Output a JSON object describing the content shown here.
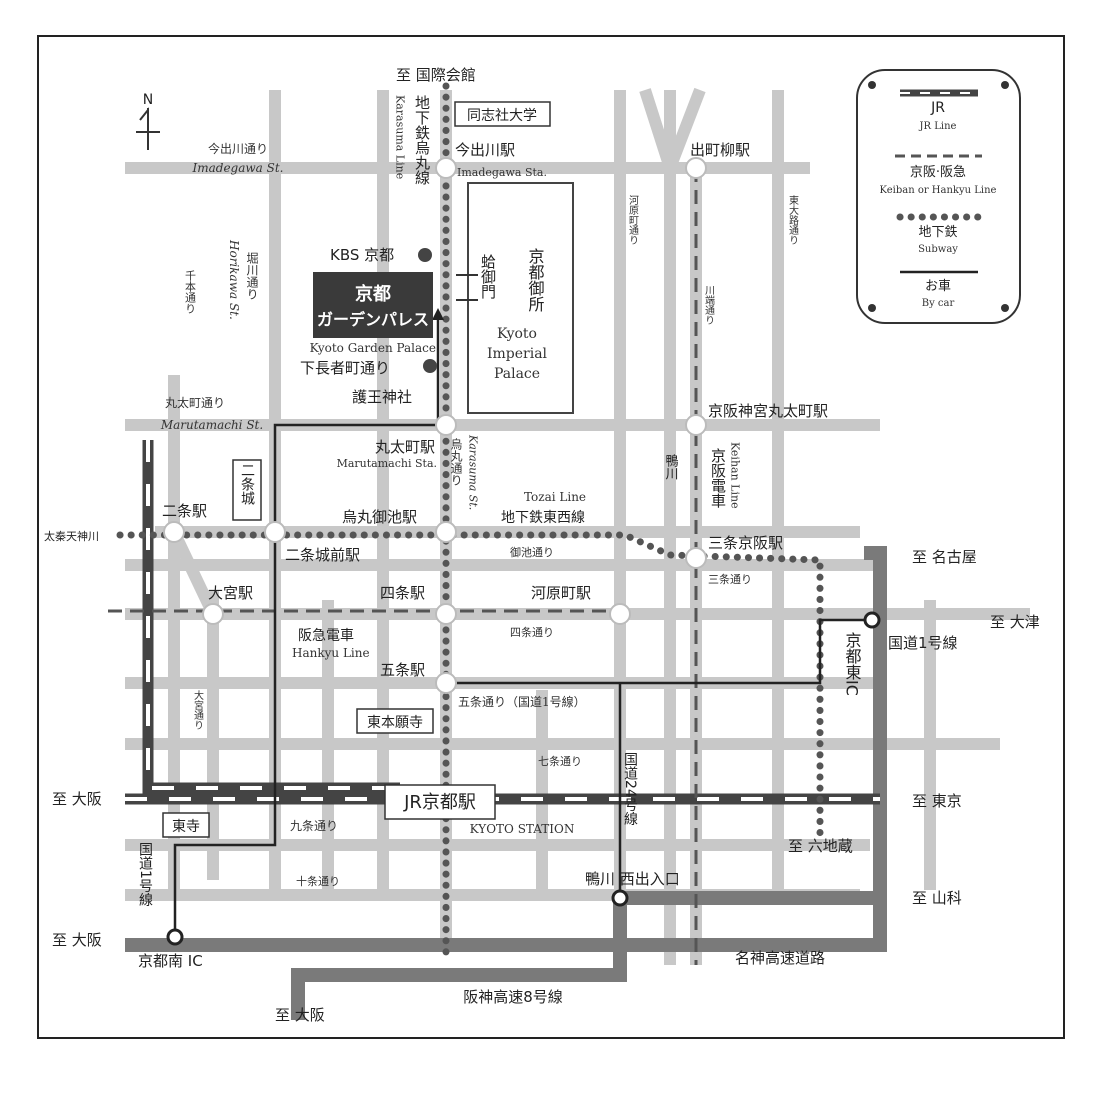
{
  "compass": {
    "label": "N"
  },
  "stations": {
    "imadegawa_jp": "今出川駅",
    "imadegawa_en": "Imadegawa Sta.",
    "demachiyanagi": "出町柳駅",
    "jingu_marutamachi": "京阪神宮丸太町駅",
    "marutamachi_jp": "丸太町駅",
    "marutamachi_en": "Marutamachi Sta.",
    "nijo": "二条駅",
    "karasuma_oike": "烏丸御池駅",
    "nijojo_mae": "二条城前駅",
    "sanjo_keihan": "三条京阪駅",
    "omiya": "大宮駅",
    "shijo": "四条駅",
    "kawaramachi": "河原町駅",
    "gojo": "五条駅",
    "kyoto_station": "JR京都駅",
    "kyoto_station_en": "KYOTO STATION"
  },
  "lines": {
    "karasuma_jp": "地下鉄烏丸線",
    "karasuma_en": "Karasuma Line",
    "tozai_en": "Tozai Line",
    "tozai_jp": "地下鉄東西線",
    "hankyu_jp": "阪急電車",
    "hankyu_en": "Hankyu Line",
    "keihan_jp": "京阪電車",
    "keihan_en": "Keihan Line",
    "hanshin8": "阪神高速8号線",
    "meishin": "名神高速道路",
    "uzumasa": "太秦天神川"
  },
  "streets": {
    "imadegawa_jp": "今出川通り",
    "imadegawa_en": "Imadegawa St.",
    "horikawa_jp": "堀川通り",
    "horikawa_en": "Horikawa St.",
    "senbon": "千本通り",
    "marutamachi_jp": "丸太町通り",
    "marutamachi_en": "Marutamachi St.",
    "karasuma_jp": "烏丸通り",
    "karasuma_en": "Karasuma St.",
    "kawaramachi": "河原町通り",
    "kawabata": "川端通り",
    "higashioji": "東大路通り",
    "oike": "御池通り",
    "sanjo": "三条通り",
    "shijo": "四条通り",
    "gojo": "五条通り（国道1号線）",
    "omiya": "大宮通り",
    "shichijo": "七条通り",
    "kujo": "九条通り",
    "jujo": "十条通り",
    "shimochojamachi": "下長者町通り",
    "route1_left": "国道1号線",
    "route24": "国道24号線",
    "route1_right": "国道1号線"
  },
  "landmarks": {
    "doshisha": "同志社大学",
    "kbs": "KBS 京都",
    "hotel_line1": "京都",
    "hotel_line2": "ガーデンパレス",
    "hotel_en": "Kyoto Garden Palace",
    "goo_jinja": "護王神社",
    "hamaguri": "蛤御門",
    "gosho_jp": "京都御所",
    "gosho_en1": "Kyoto",
    "gosho_en2": "Imperial",
    "gosho_en3": "Palace",
    "nijojo": "二条城",
    "higashi_honganji": "東本願寺",
    "toji": "東寺",
    "kamogawa": "鴨川",
    "kyoto_higashi_ic": "京都東IC",
    "kyoto_minami_ic": "京都南 IC",
    "kamogawa_nishi": "鴨川 西出入口"
  },
  "destinations": {
    "kokusai": "至 国際会館",
    "nagoya": "至 名古屋",
    "otsu": "至 大津",
    "osaka1": "至 大阪",
    "tokyo": "至 東京",
    "rokujizo": "至 六地蔵",
    "yamashina": "至 山科",
    "osaka2": "至 大阪",
    "osaka3": "至 大阪"
  },
  "legend": {
    "jr_jp": "JR",
    "jr_en": "JR Line",
    "keihan_jp": "京阪·阪急",
    "keihan_en": "Keiban or Hankyu Line",
    "subway_jp": "地下鉄",
    "subway_en": "Subway",
    "car_jp": "お車",
    "car_en": "By car"
  },
  "colors": {
    "street": "#c8c8c8",
    "road": "#7a7a7a",
    "rail": "#555555",
    "hotel": "#3a3a3a"
  }
}
